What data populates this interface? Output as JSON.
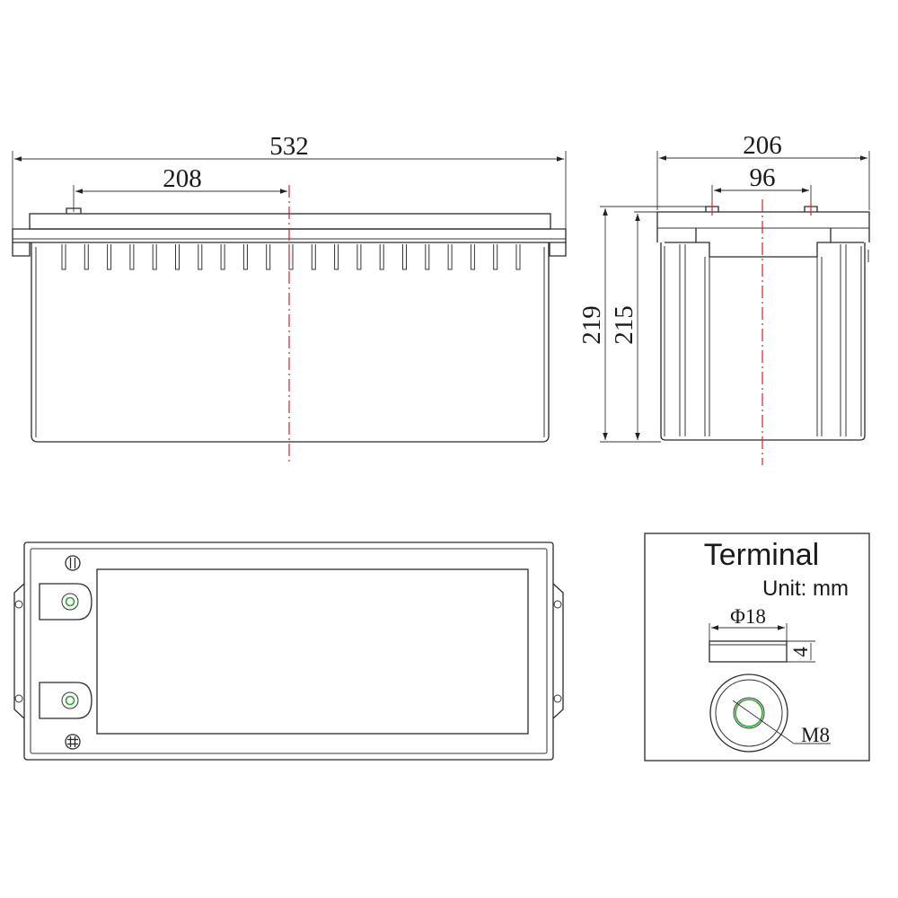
{
  "front_view": {
    "overall_length": "532",
    "center_offset": "208"
  },
  "side_view": {
    "overall_width": "206",
    "terminal_spacing": "96",
    "total_height": "219",
    "container_height": "215"
  },
  "terminal_detail": {
    "title": "Terminal",
    "unit": "Unit: mm",
    "diameter": "Φ18",
    "height": "4",
    "thread": "M8"
  },
  "colors": {
    "axis_line": "#e0202a",
    "terminal_hole": "#22aa22",
    "outline": "#2a2a2a"
  }
}
